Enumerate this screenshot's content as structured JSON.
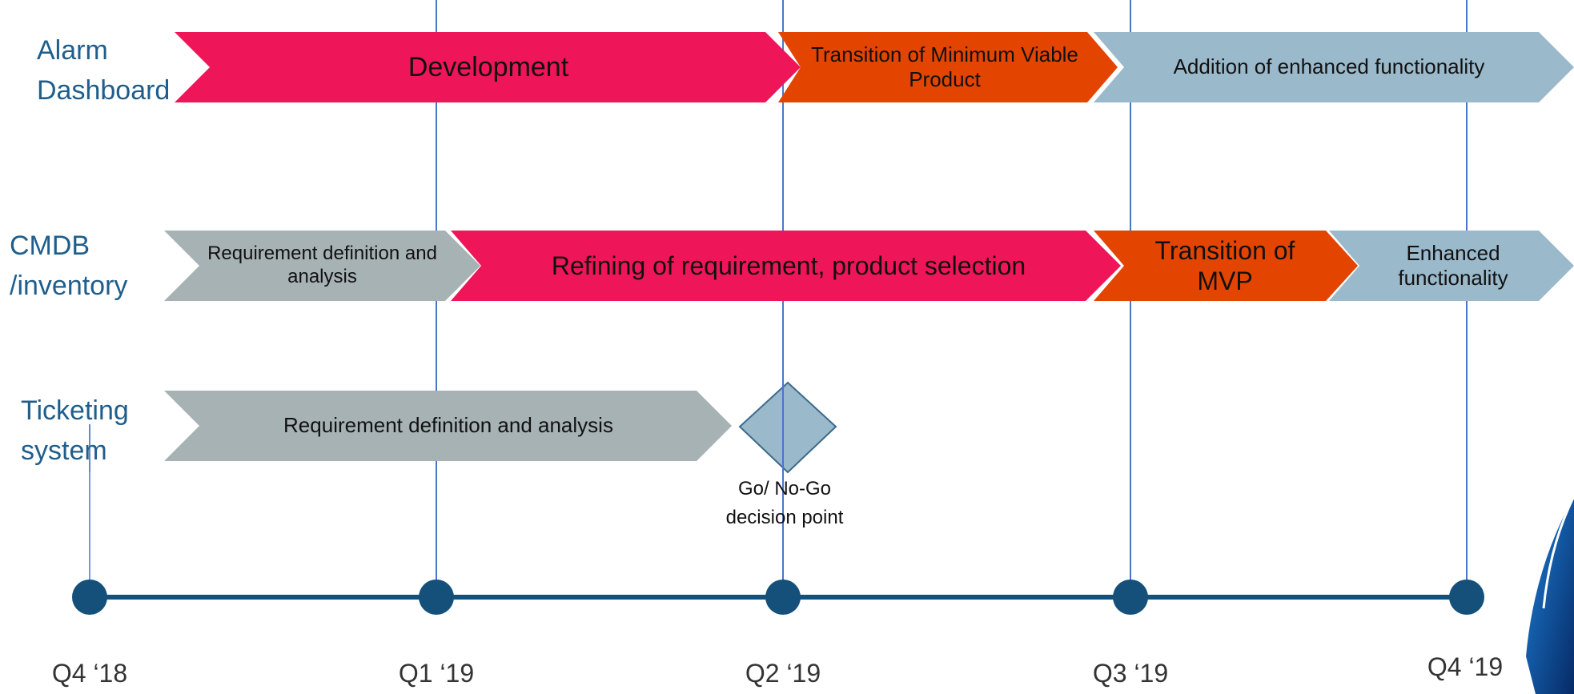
{
  "colors": {
    "development": "#ee1558",
    "transition": "#e34400",
    "enhanced": "#9ab9cb",
    "requirement": "#a7b2b4",
    "timeline": "#14507a",
    "gridline": "#4a76c8",
    "label": "#1f5e8c"
  },
  "rows": [
    {
      "label_lines": [
        "Alarm",
        "Dashboard"
      ],
      "segments": [
        {
          "text": "Development",
          "color_key": "development"
        },
        {
          "text": "Transition of Minimum Viable Product",
          "color_key": "transition"
        },
        {
          "text": "Addition of enhanced functionality",
          "color_key": "enhanced"
        }
      ]
    },
    {
      "label_lines": [
        "CMDB",
        "/inventory"
      ],
      "segments": [
        {
          "text": "Requirement definition and analysis",
          "color_key": "requirement"
        },
        {
          "text": "Refining of requirement, product selection",
          "color_key": "development"
        },
        {
          "text": "Transition of MVP",
          "color_key": "transition"
        },
        {
          "text": "Enhanced functionality",
          "color_key": "enhanced"
        }
      ]
    },
    {
      "label_lines": [
        "Ticketing",
        "system"
      ],
      "segments": [
        {
          "text": "Requirement definition and analysis",
          "color_key": "requirement"
        }
      ]
    }
  ],
  "milestone": {
    "lines": [
      "Go/ No-Go",
      "decision point"
    ],
    "shape_icon": "diamond-milestone-icon"
  },
  "quarters": [
    "Q4 ‘18",
    "Q1 ‘19",
    "Q2 ‘19",
    "Q3 ‘19",
    "Q4 ‘19"
  ]
}
